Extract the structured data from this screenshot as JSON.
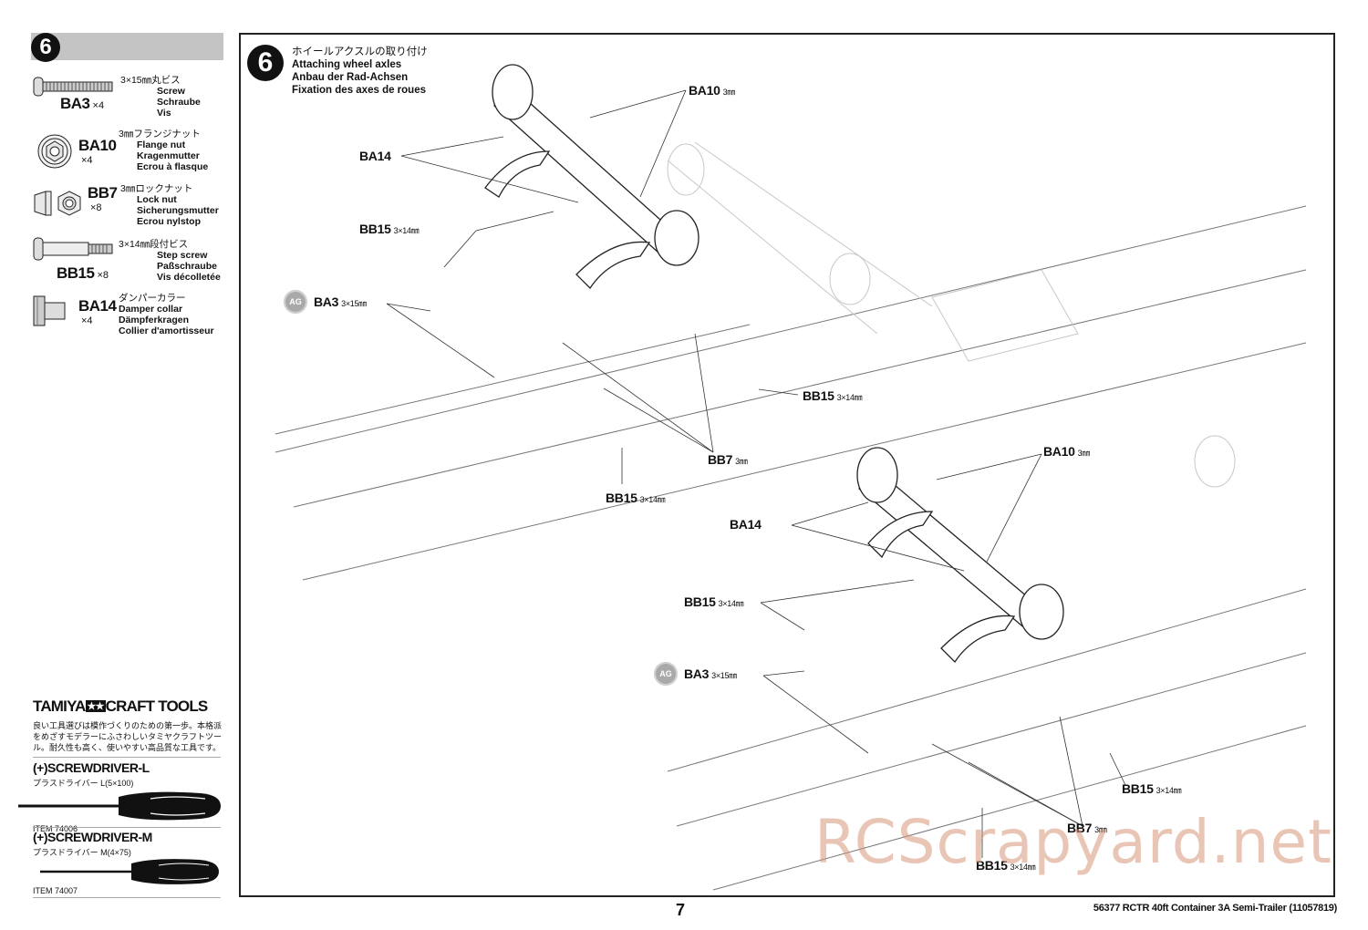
{
  "step": {
    "number": "6",
    "title_jp": "ホイールアクスルの取り付け",
    "title_en": "Attaching wheel axles",
    "title_de": "Anbau der Rad-Achsen",
    "title_fr": "Fixation des axes de roues"
  },
  "parts": [
    {
      "code": "BA3",
      "qty": "×4",
      "jp": "3×15㎜丸ビス",
      "en": "Screw",
      "de": "Schraube",
      "fr": "Vis",
      "icon": "screw-icon"
    },
    {
      "code": "BA10",
      "qty": "×4",
      "jp": "3㎜フランジナット",
      "en": "Flange nut",
      "de": "Kragenmutter",
      "fr": "Ecrou à flasque",
      "icon": "flange-nut-icon"
    },
    {
      "code": "BB7",
      "qty": "×8",
      "jp": "3㎜ロックナット",
      "en": "Lock nut",
      "de": "Sicherungsmutter",
      "fr": "Ecrou nylstop",
      "icon": "lock-nut-icon"
    },
    {
      "code": "BB15",
      "qty": "×8",
      "jp": "3×14㎜段付ビス",
      "en": "Step screw",
      "de": "Paßschraube",
      "fr": "Vis décolletée",
      "icon": "step-screw-icon"
    },
    {
      "code": "BA14",
      "qty": "×4",
      "jp": "ダンパーカラー",
      "en": "Damper collar",
      "de": "Dämpferkragen",
      "fr": "Collier d'amortisseur",
      "icon": "damper-collar-icon"
    }
  ],
  "tools": {
    "brand_left": "TAMIYA",
    "brand_stars": "★★",
    "brand_right": "CRAFT TOOLS",
    "description": "良い工具選びは模作づくりのための第一歩。本格派をめざすモデラーにふさわしいタミヤクラフトツール。耐久性も高く、使いやすい高品質な工具です。",
    "items": [
      {
        "name": "(+)SCREWDRIVER-L",
        "sub": "プラスドライバー L(5×100)",
        "item_no": "ITEM 74006"
      },
      {
        "name": "(+)SCREWDRIVER-M",
        "sub": "プラスドライバー M(4×75)",
        "item_no": "ITEM 74007"
      }
    ]
  },
  "callouts": {
    "upper": [
      {
        "code": "BA10",
        "size": "3㎜"
      },
      {
        "code": "BA14",
        "size": ""
      },
      {
        "code": "BB15",
        "size": "3×14㎜"
      },
      {
        "code": "BA3",
        "size": "3×15㎜",
        "badge": "AG"
      },
      {
        "code": "BB15",
        "size": "3×14㎜"
      },
      {
        "code": "BB7",
        "size": "3㎜"
      },
      {
        "code": "BB15",
        "size": "3×14㎜"
      }
    ],
    "lower": [
      {
        "code": "BA10",
        "size": "3㎜"
      },
      {
        "code": "BA14",
        "size": ""
      },
      {
        "code": "BB15",
        "size": "3×14㎜"
      },
      {
        "code": "BA3",
        "size": "3×15㎜",
        "badge": "AG"
      },
      {
        "code": "BB15",
        "size": "3×14㎜"
      },
      {
        "code": "BB7",
        "size": "3㎜"
      },
      {
        "code": "BB15",
        "size": "3×14㎜"
      }
    ]
  },
  "footer": {
    "page_number": "7",
    "title": "56377  RCTR 40ft Container 3A Semi-Trailer (11057819)"
  },
  "watermark": "RCScrapyard.net",
  "colors": {
    "step_bar": "#c4c4c4",
    "ag_badge": "#a9a9a9",
    "watermark": "#d6967a"
  }
}
